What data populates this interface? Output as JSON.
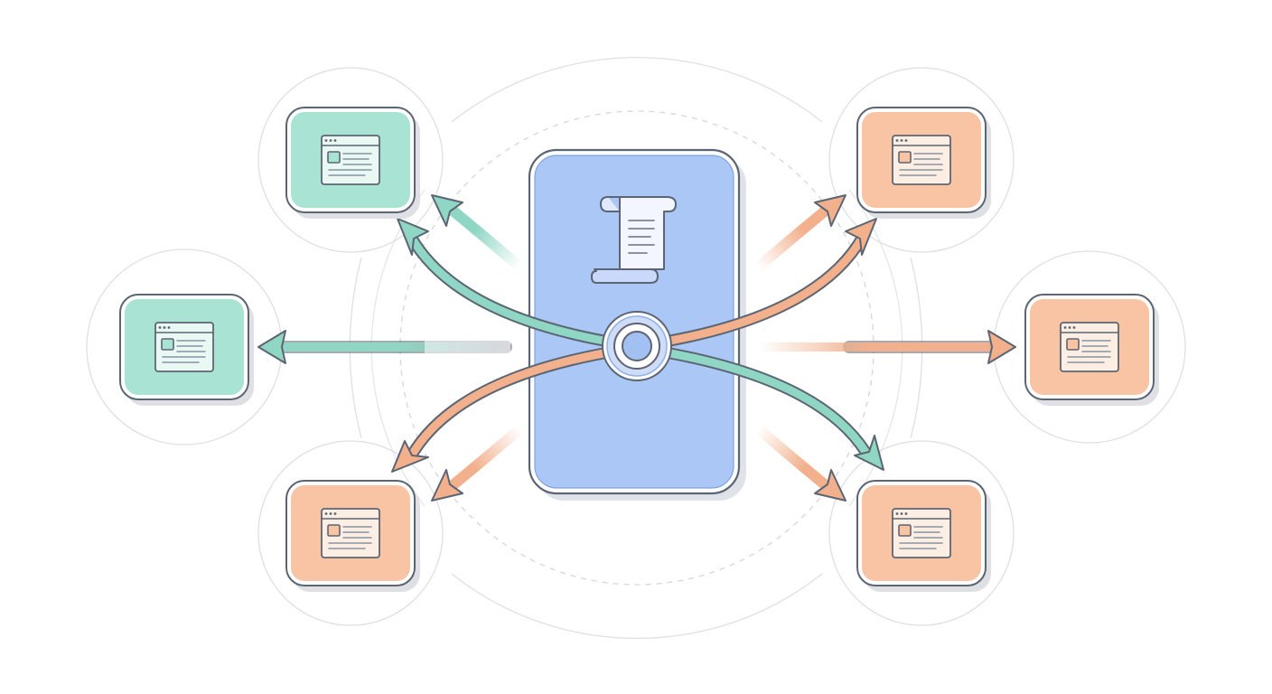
{
  "diagram": {
    "hub": {
      "icon": "scroll-document-icon",
      "connector_icon": "ring-node-icon"
    },
    "nodes": [
      {
        "id": "top-left",
        "icon": "browser-window-icon",
        "tone": "teal"
      },
      {
        "id": "middle-left",
        "icon": "browser-window-icon",
        "tone": "teal"
      },
      {
        "id": "bottom-left",
        "icon": "browser-window-icon",
        "tone": "peach"
      },
      {
        "id": "top-right",
        "icon": "browser-window-icon",
        "tone": "peach"
      },
      {
        "id": "middle-right",
        "icon": "browser-window-icon",
        "tone": "peach"
      },
      {
        "id": "bottom-right",
        "icon": "browser-window-icon",
        "tone": "peach"
      }
    ],
    "colors": {
      "teal_fill": "#a8e3d4",
      "teal_stroke": "#8fd6c4",
      "peach_fill": "#f8c4a4",
      "peach_stroke": "#f2b08c",
      "hub_fill": "#aac7f6",
      "outline": "#5c6573",
      "guide": "#d8d8dc"
    }
  }
}
